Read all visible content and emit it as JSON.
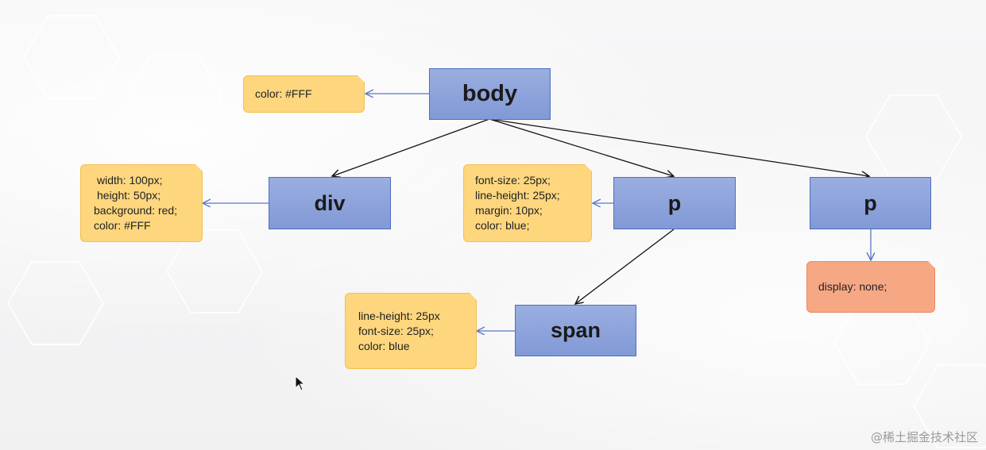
{
  "nodes": {
    "body": "body",
    "div": "div",
    "p1": "p",
    "p2": "p",
    "span": "span"
  },
  "notes": {
    "body_note": [
      "color: #FFF"
    ],
    "div_note": [
      " width: 100px;",
      " height: 50px;",
      "background: red;",
      "color: #FFF"
    ],
    "p1_note": [
      "font-size: 25px;",
      "line-height: 25px;",
      "margin: 10px;",
      "color: blue;"
    ],
    "span_note": [
      "line-height: 25px",
      "font-size: 25px;",
      "color: blue"
    ],
    "p2_note": [
      "display: none;"
    ]
  },
  "watermark": "@稀土掘金技术社区",
  "colors": {
    "node_fill": "#8fa4dc",
    "node_border": "#4f6fbf",
    "note_fill": "#fdd67e",
    "note_border": "#f2c04d",
    "hidden_note_fill": "#f6a784",
    "tree_edge": "#111111",
    "style_edge": "#5b78c4"
  }
}
